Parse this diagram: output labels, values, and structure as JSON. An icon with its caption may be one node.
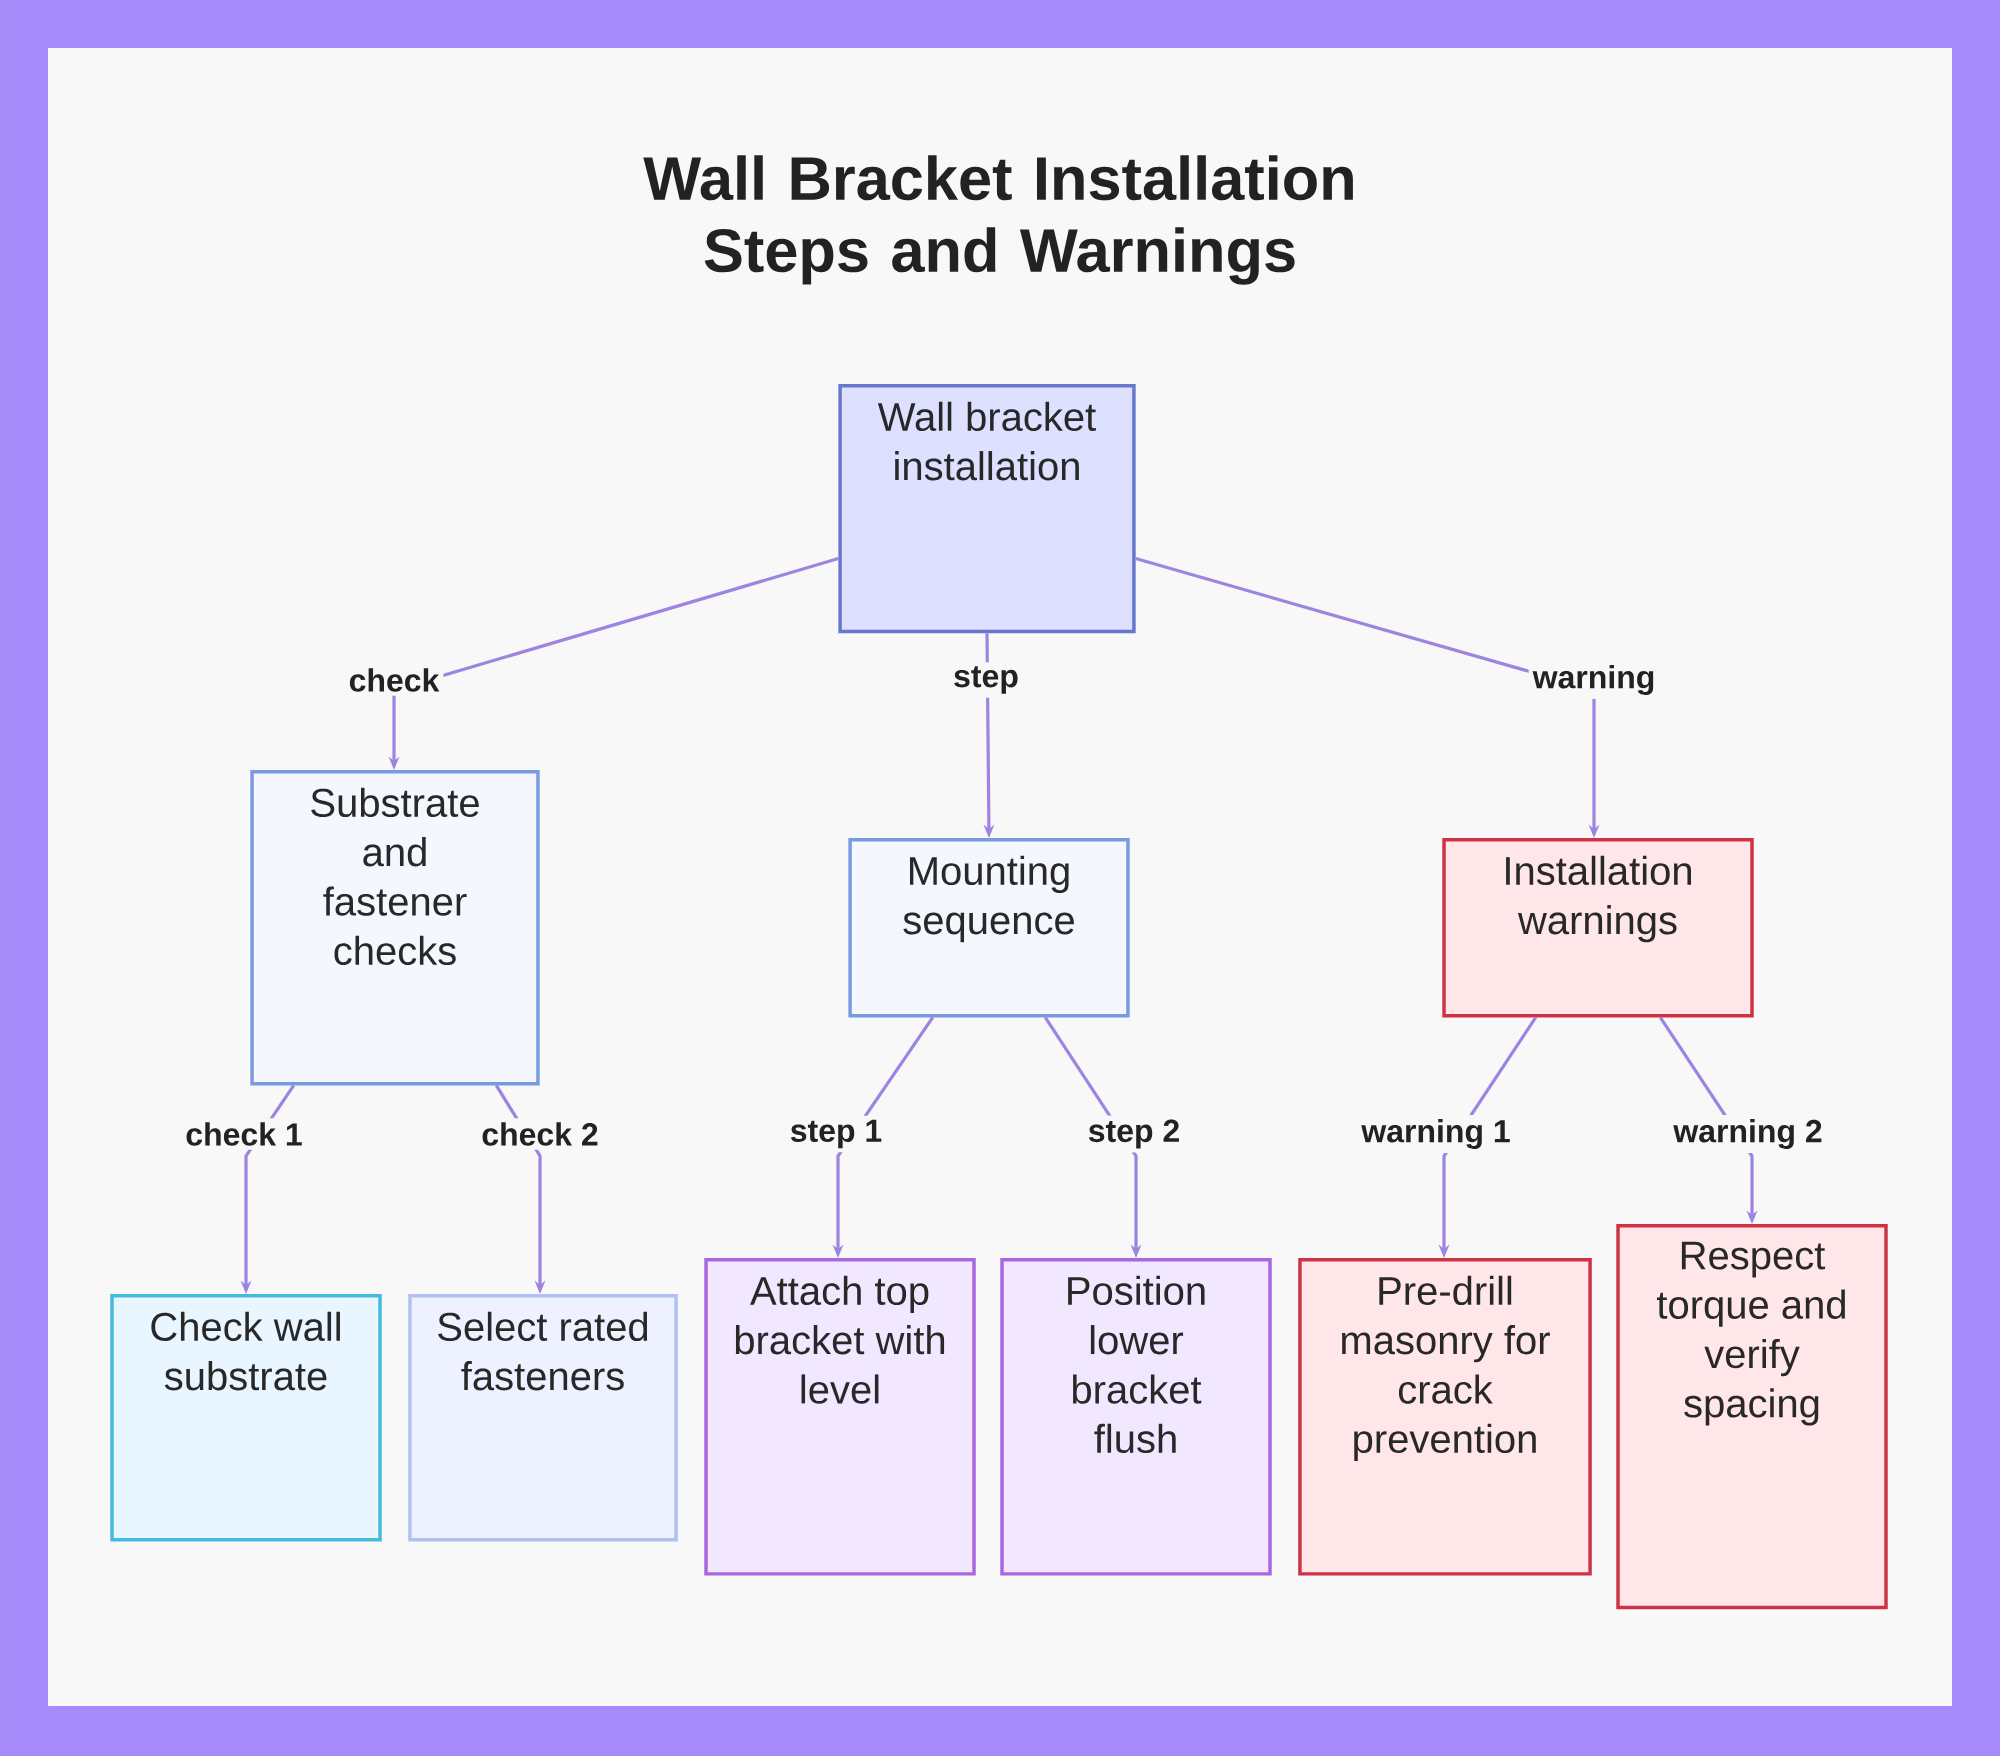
{
  "diagram": {
    "title": "Wall Bracket Installation Steps and Warnings",
    "nodes": [
      {
        "text": [
          "Wall bracket installation"
        ]
      },
      {
        "text": [
          "Substrate and fastener checks"
        ]
      },
      {
        "text": [
          "Mounting sequence"
        ]
      },
      {
        "text": [
          "Installation warnings"
        ]
      },
      {
        "text": [
          "Check wall substrate"
        ]
      },
      {
        "text": [
          "Select rated fasteners"
        ]
      },
      {
        "text": [
          "Attach top bracket with level"
        ]
      },
      {
        "text": [
          "Position lower bracket flush"
        ]
      },
      {
        "text": [
          "Pre-drill masonry for crack prevention"
        ]
      },
      {
        "text": [
          "Respect torque and verify spacing"
        ]
      }
    ],
    "edges": [
      {
        "from": 0,
        "to": 1,
        "arrow": "to",
        "label": "check"
      },
      {
        "from": 0,
        "to": 2,
        "arrow": "to",
        "label": "step"
      },
      {
        "from": 0,
        "to": 3,
        "arrow": "to",
        "label": "warning"
      },
      {
        "from": 1,
        "to": 4,
        "arrow": "to",
        "label": "check 1"
      },
      {
        "from": 1,
        "to": 5,
        "arrow": "to",
        "label": "check 2"
      },
      {
        "from": 2,
        "to": 6,
        "arrow": "to",
        "label": "step 1"
      },
      {
        "from": 2,
        "to": 7,
        "arrow": "to",
        "label": "step 2"
      },
      {
        "from": 3,
        "to": 8,
        "arrow": "to",
        "label": "warning 1"
      },
      {
        "from": 3,
        "to": 9,
        "arrow": "to",
        "label": "warning 2"
      }
    ]
  }
}
